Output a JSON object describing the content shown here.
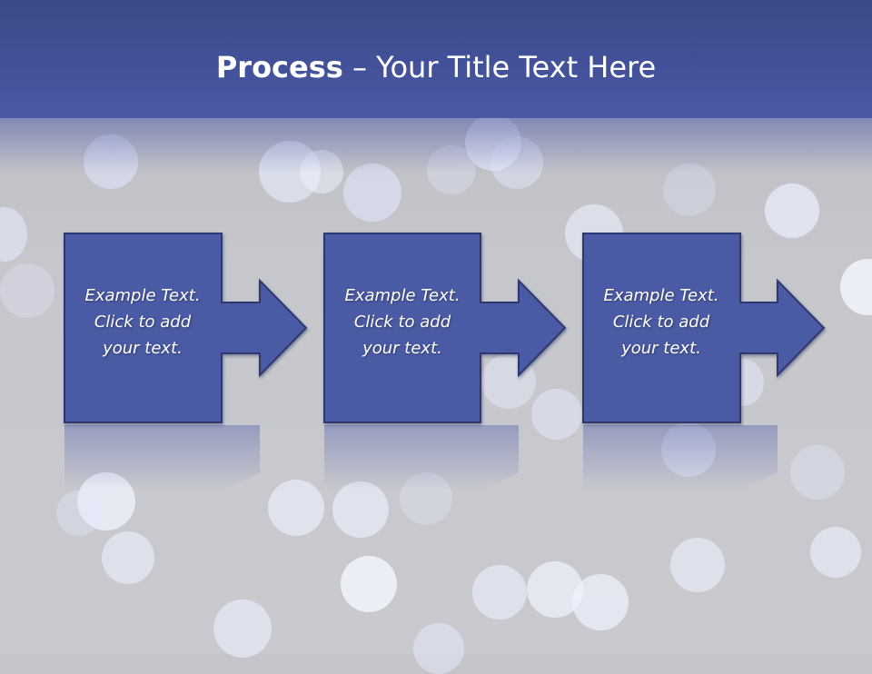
{
  "slide": {
    "title_bold": "Process",
    "title_rest": " – Your Title Text Here"
  },
  "steps": [
    {
      "line1": "Example Text.",
      "line2": "Click  to add",
      "line3": "your text."
    },
    {
      "line1": "Example Text.",
      "line2": "Click  to add",
      "line3": "your text."
    },
    {
      "line1": "Example Text.",
      "line2": "Click  to add",
      "line3": "your text."
    }
  ],
  "colors": {
    "title_band": "#43519a",
    "step_fill": "#4c5aa4",
    "step_border": "#2d3870",
    "background": "#c4c5cb"
  }
}
